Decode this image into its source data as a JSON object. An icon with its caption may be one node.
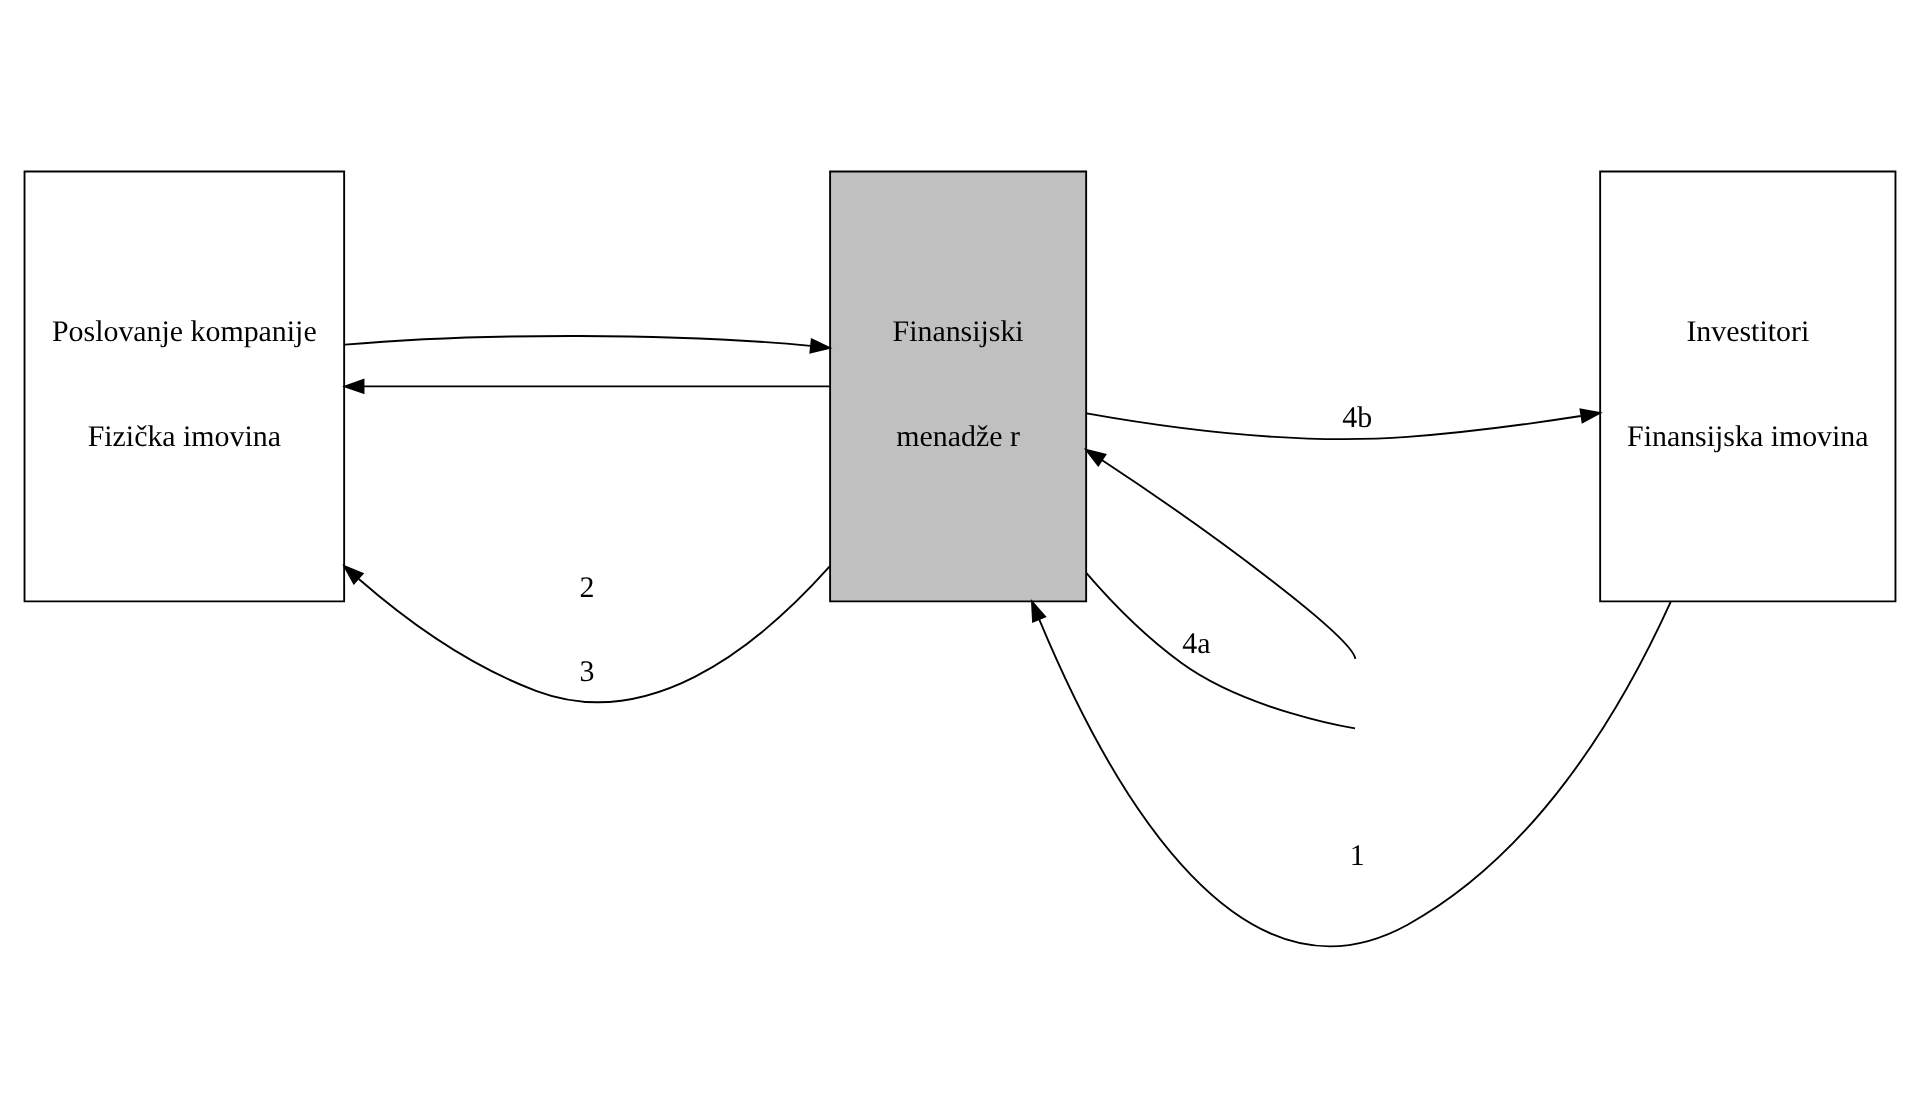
{
  "diagram": {
    "nodes": [
      {
        "text": [
          "Poslovanje kompanije",
          "Fizička imovina"
        ]
      },
      {
        "text": [
          "Finansijski",
          "menadže r"
        ]
      },
      {
        "text": [
          "Investitori",
          "Finansijska imovina"
        ]
      }
    ],
    "edges": [
      {
        "from": 1,
        "to": 0,
        "arrow": "to",
        "label": "3"
      },
      {
        "from": 1,
        "to": 0,
        "arrow": "to"
      },
      {
        "from": 0,
        "to": 1,
        "arrow": "to"
      },
      {
        "from": 2,
        "to": 1,
        "arrow": "to"
      },
      {
        "from": null,
        "to": 1,
        "arrow": "to"
      },
      {
        "from": 1,
        "to": null,
        "arrow": "none",
        "label": "4a"
      },
      {
        "from": 1,
        "to": 2,
        "arrow": "to",
        "label": "4b"
      }
    ],
    "labels": [
      "2",
      "1"
    ]
  }
}
